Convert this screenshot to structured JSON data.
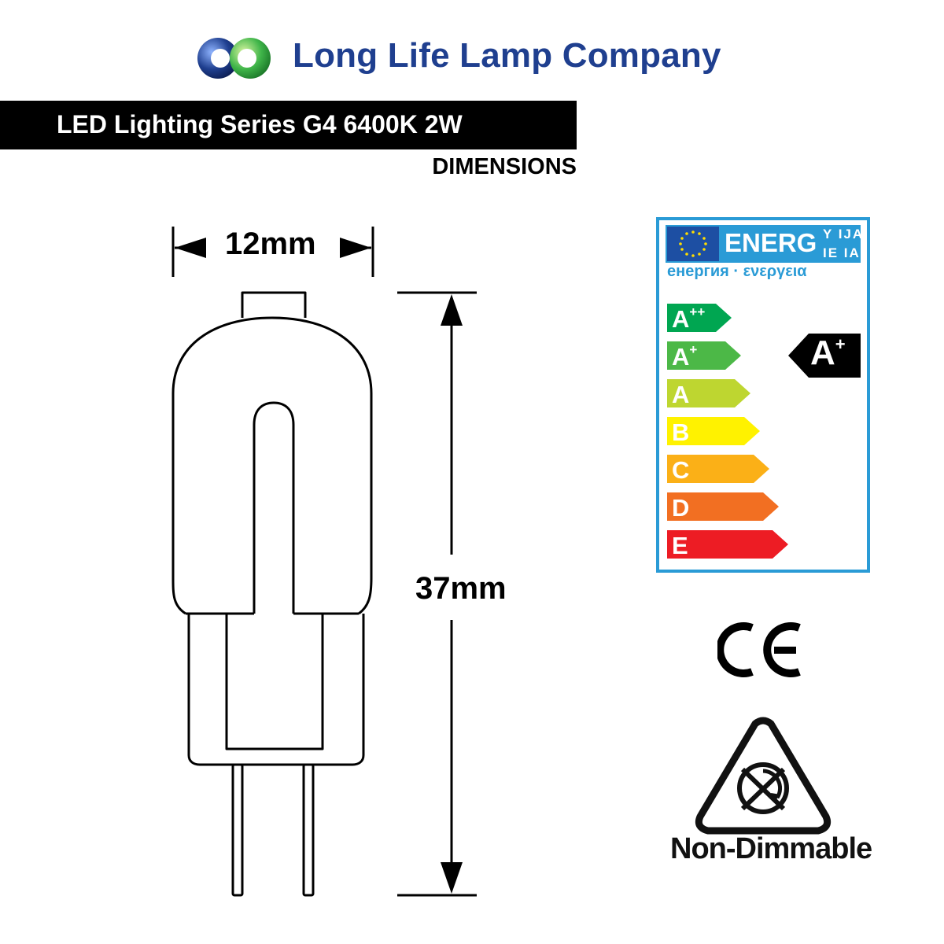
{
  "header": {
    "company_name": "Long Life Lamp Company",
    "series_title": "LED Lighting Series G4 6400K 2W",
    "section_heading": "DIMENSIONS"
  },
  "dimensions": {
    "width_label": "12mm",
    "length_label": "37mm"
  },
  "energy_label": {
    "energ_word": "ENERG",
    "suffix_line1": "Y IJA",
    "suffix_line2": "IE IA",
    "energy_words": "енергия · ενεργεια",
    "classes": [
      {
        "base": "A",
        "sup": "++",
        "color": "#00a651"
      },
      {
        "base": "A",
        "sup": "+",
        "color": "#4cb847"
      },
      {
        "base": "A",
        "sup": "",
        "color": "#bed630"
      },
      {
        "base": "B",
        "sup": "",
        "color": "#fff200"
      },
      {
        "base": "C",
        "sup": "",
        "color": "#fbb017"
      },
      {
        "base": "D",
        "sup": "",
        "color": "#f26f22"
      },
      {
        "base": "E",
        "sup": "",
        "color": "#ed1c24"
      }
    ],
    "rated_class": {
      "base": "A",
      "sup": "+"
    },
    "frame_color": "#2a9bd6",
    "eu_flag_color": "#1d4fa3"
  },
  "certifications": {
    "ce_mark": "CE",
    "non_dimmable_label": "Non-Dimmable"
  },
  "colors": {
    "brand_blue": "#1f3f8f",
    "logo_green": "#3fb549"
  }
}
